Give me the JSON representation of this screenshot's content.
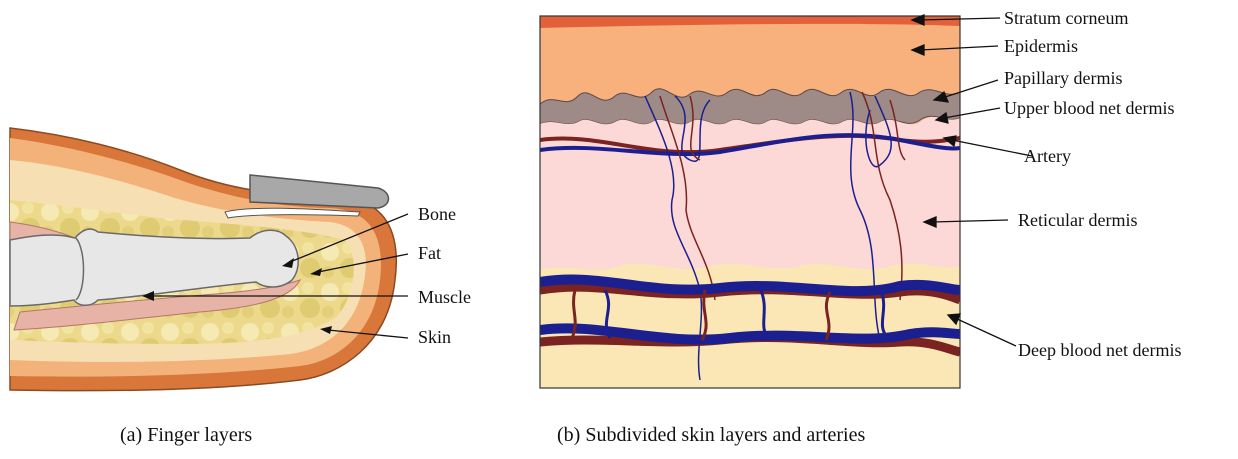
{
  "panel_a": {
    "caption": "(a) Finger layers",
    "labels": {
      "bone": "Bone",
      "fat": "Fat",
      "muscle": "Muscle",
      "skin": "Skin"
    }
  },
  "panel_b": {
    "caption": "(b) Subdivided skin layers and arteries",
    "labels": {
      "stratum_corneum": "Stratum corneum",
      "epidermis": "Epidermis",
      "papillary_dermis": "Papillary dermis",
      "upper_blood_net": "Upper blood net dermis",
      "artery": "Artery",
      "reticular_dermis": "Reticular dermis",
      "deep_blood_net": "Deep blood net dermis"
    }
  },
  "colors": {
    "skin_outer": "#d9773a",
    "skin_mid": "#f2b27a",
    "dermis_light": "#f7dfb4",
    "fat": "#e8d67a",
    "bone": "#e7e7e7",
    "nail": "#a8a8a8",
    "muscle": "#e7b3a6",
    "stratum_corneum": "#e2613b",
    "epidermis": "#f8b07c",
    "papillary": "#9e8a86",
    "reticular": "#fcd8d6",
    "deep": "#fbe7b5",
    "artery_red": "#7a2321",
    "vein_blue": "#1c1f8f"
  }
}
